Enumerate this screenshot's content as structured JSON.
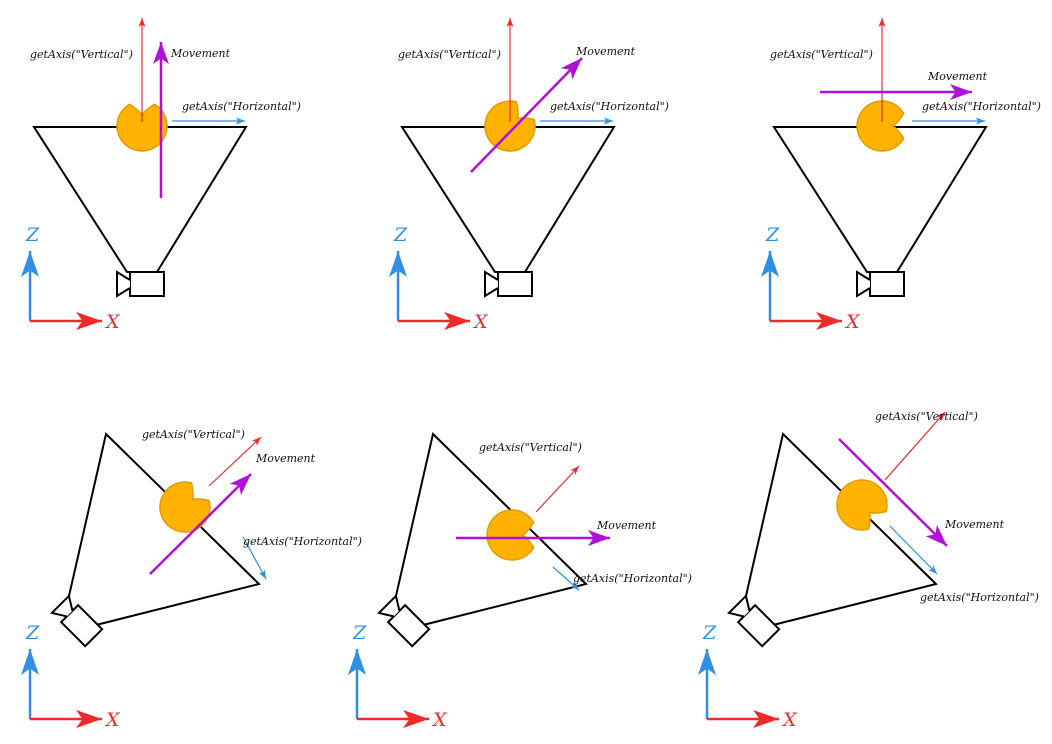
{
  "colors": {
    "vertical": "#f02a2a",
    "horizontal": "#2f8fe6",
    "movement": "#b010d8",
    "character": "#ffb300",
    "character_stroke": "#e59a00",
    "frustum": "#000000"
  },
  "labels": {
    "vertical": "getAxis(\"Vertical\")",
    "horizontal": "getAxis(\"Horizontal\")",
    "movement": "Movement",
    "axis_z": "Z",
    "axis_x": "X"
  },
  "panels": [
    {
      "row": "top",
      "camera_rotation_deg": 0,
      "movement_angle_deg": 90
    },
    {
      "row": "top",
      "camera_rotation_deg": 0,
      "movement_angle_deg": 45
    },
    {
      "row": "top",
      "camera_rotation_deg": 0,
      "movement_angle_deg": 0
    },
    {
      "row": "bottom",
      "camera_rotation_deg": 45,
      "movement_angle_deg": 45
    },
    {
      "row": "bottom",
      "camera_rotation_deg": 45,
      "movement_angle_deg": 0
    },
    {
      "row": "bottom",
      "camera_rotation_deg": 45,
      "movement_angle_deg": -45
    }
  ]
}
